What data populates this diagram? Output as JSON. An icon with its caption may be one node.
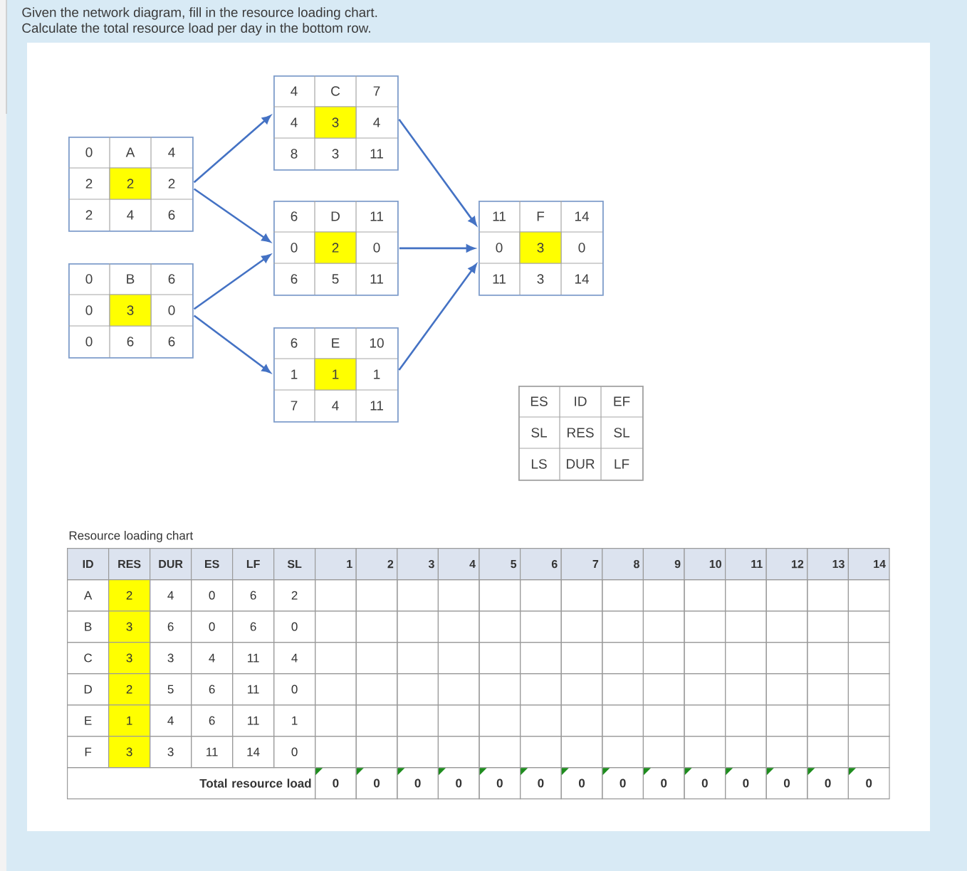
{
  "diagram": {
    "nodes": [
      {
        "text": [
          "0",
          "A",
          "4",
          "2",
          "2",
          "2",
          "2",
          "4",
          "6"
        ]
      },
      {
        "text": [
          "0",
          "B",
          "6",
          "0",
          "3",
          "0",
          "0",
          "6",
          "6"
        ]
      },
      {
        "text": [
          "4",
          "C",
          "7",
          "4",
          "3",
          "4",
          "8",
          "3",
          "11"
        ]
      },
      {
        "text": [
          "6",
          "D",
          "11",
          "0",
          "2",
          "0",
          "6",
          "5",
          "11"
        ]
      },
      {
        "text": [
          "6",
          "E",
          "10",
          "1",
          "1",
          "1",
          "7",
          "4",
          "11"
        ]
      },
      {
        "text": [
          "11",
          "F",
          "14",
          "0",
          "3",
          "0",
          "11",
          "3",
          "14"
        ]
      },
      {
        "text": [
          "ES",
          "ID",
          "EF",
          "SL",
          "RES",
          "SL",
          "LS",
          "DUR",
          "LF"
        ]
      }
    ],
    "edges": [
      {
        "from": 0,
        "to": 2,
        "arrow": "to"
      },
      {
        "from": 0,
        "to": 3,
        "arrow": "to"
      },
      {
        "from": 1,
        "to": 3,
        "arrow": "to"
      },
      {
        "from": 1,
        "to": 4,
        "arrow": "to"
      },
      {
        "from": 2,
        "to": 5,
        "arrow": "to"
      },
      {
        "from": 3,
        "to": 5,
        "arrow": "to"
      },
      {
        "from": 4,
        "to": 5,
        "arrow": "to"
      }
    ],
    "labels": [
      "Given the network diagram, fill in the resource loading chart.",
      "Calculate the total resource load per day in the bottom row.",
      "Resource loading chart",
      "ID",
      "RES",
      "DUR",
      "ES",
      "LF",
      "SL",
      "1",
      "2",
      "3",
      "4",
      "5",
      "6",
      "7",
      "8",
      "9",
      "10",
      "11",
      "12",
      "13",
      "14",
      "A",
      "2",
      "4",
      "0",
      "6",
      "2",
      "B",
      "3",
      "6",
      "0",
      "6",
      "0",
      "C",
      "3",
      "3",
      "4",
      "11",
      "4",
      "D",
      "2",
      "5",
      "6",
      "11",
      "0",
      "E",
      "1",
      "4",
      "6",
      "11",
      "1",
      "F",
      "3",
      "3",
      "11",
      "14",
      "0",
      "Total resource load",
      "0",
      "0",
      "0",
      "0",
      "0",
      "0",
      "0",
      "0",
      "0",
      "0",
      "0",
      "0",
      "0",
      "0"
    ]
  }
}
